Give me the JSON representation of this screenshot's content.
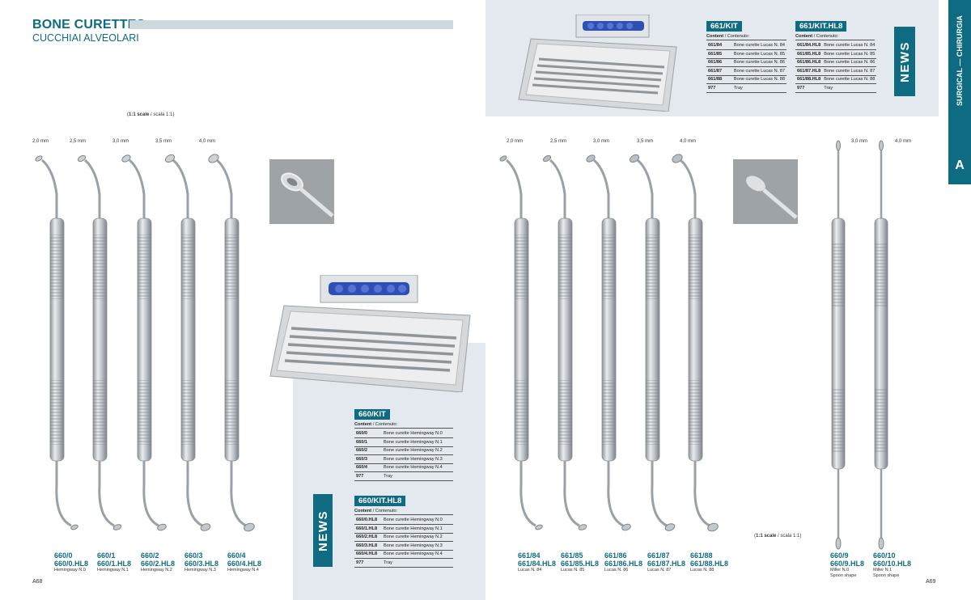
{
  "header": {
    "title": "BONE CURETTES",
    "subtitle": "CUCCHIAI ALVEOLARI"
  },
  "scale_left": {
    "bold": "1:1 scale",
    "rest": " / scala 1:1"
  },
  "scale_right": {
    "bold": "1:1 scale",
    "rest": " / scala 1:1"
  },
  "sizes_left": [
    "2,0 mm",
    "2,5 mm",
    "3,0 mm",
    "3,5 mm",
    "4,0 mm"
  ],
  "sizes_mid": [
    "2,0 mm",
    "2,5 mm",
    "3,0 mm",
    "3,5 mm",
    "4,0 mm"
  ],
  "sizes_right": [
    "3,0 mm",
    "4,0 mm"
  ],
  "products_left": [
    {
      "code": "660/0",
      "code_hl": "660/0.HL8",
      "desc": "Hemingway N.0"
    },
    {
      "code": "660/1",
      "code_hl": "660/1.HL8",
      "desc": "Hemingway N.1"
    },
    {
      "code": "660/2",
      "code_hl": "660/2.HL8",
      "desc": "Hemingway N.2"
    },
    {
      "code": "660/3",
      "code_hl": "660/3.HL8",
      "desc": "Hemingway N.3"
    },
    {
      "code": "660/4",
      "code_hl": "660/4.HL8",
      "desc": "Hemingway N.4"
    }
  ],
  "products_mid": [
    {
      "code": "661/84",
      "code_hl": "661/84.HL8",
      "desc": "Lucas N. 84"
    },
    {
      "code": "661/85",
      "code_hl": "661/85.HL8",
      "desc": "Lucas N. 85"
    },
    {
      "code": "661/86",
      "code_hl": "661/86.HL8",
      "desc": "Lucas N. 86"
    },
    {
      "code": "661/87",
      "code_hl": "661/87.HL8",
      "desc": "Lucas N. 87"
    },
    {
      "code": "661/88",
      "code_hl": "661/88.HL8",
      "desc": "Lucas N. 88"
    }
  ],
  "products_right": [
    {
      "code": "660/9",
      "code_hl": "660/9.HL8",
      "desc": "Miller N.0",
      "desc2": "Spoon shape"
    },
    {
      "code": "660/10",
      "code_hl": "660/10.HL8",
      "desc": "Miller N.1",
      "desc2": "Spoon shape"
    }
  ],
  "kits": {
    "k660": {
      "title": "660/KIT",
      "content_bold": "Content",
      "content_rest": " / Contenuto:",
      "rows": [
        {
          "code": "660/0",
          "desc": "Bone curette Hemingway N.0"
        },
        {
          "code": "660/1",
          "desc": "Bone curette Hemingway N.1"
        },
        {
          "code": "660/2",
          "desc": "Bone curette Hemingway N.2"
        },
        {
          "code": "660/3",
          "desc": "Bone curette Hemingway N.3"
        },
        {
          "code": "660/4",
          "desc": "Bone curette Hemingway N.4"
        },
        {
          "code": "977",
          "desc": "Tray"
        }
      ]
    },
    "k660hl": {
      "title": "660/KIT.HL8",
      "content_bold": "Content",
      "content_rest": " / Contenuto:",
      "rows": [
        {
          "code": "660/0.HL8",
          "desc": "Bone curette Hemingway N.0"
        },
        {
          "code": "660/1.HL8",
          "desc": "Bone curette Hemingway N.1"
        },
        {
          "code": "660/2.HL8",
          "desc": "Bone curette Hemingway N.2"
        },
        {
          "code": "660/3.HL8",
          "desc": "Bone curette Hemingway N.3"
        },
        {
          "code": "660/4.HL8",
          "desc": "Bone curette Hemingway N.4"
        },
        {
          "code": "977",
          "desc": "Tray"
        }
      ]
    },
    "k661": {
      "title": "661/KIT",
      "content_bold": "Content",
      "content_rest": " / Contenuto:",
      "rows": [
        {
          "code": "661/84",
          "desc": "Bone curette Lucas N. 84"
        },
        {
          "code": "661/85",
          "desc": "Bone curette Lucas N. 85"
        },
        {
          "code": "661/86",
          "desc": "Bone curette Lucas N. 86"
        },
        {
          "code": "661/87",
          "desc": "Bone curette Lucas N. 87"
        },
        {
          "code": "661/88",
          "desc": "Bone curette Lucas N. 88"
        },
        {
          "code": "977",
          "desc": "Tray"
        }
      ]
    },
    "k661hl": {
      "title": "661/KIT.HL8",
      "content_bold": "Content",
      "content_rest": " / Contenuto:",
      "rows": [
        {
          "code": "661/84.HL8",
          "desc": "Bone curette Lucas N. 84"
        },
        {
          "code": "661/85.HL8",
          "desc": "Bone curette Lucas N. 85"
        },
        {
          "code": "661/86.HL8",
          "desc": "Bone curette Lucas N. 86"
        },
        {
          "code": "661/87.HL8",
          "desc": "Bone curette Lucas N. 87"
        },
        {
          "code": "661/88.HL8",
          "desc": "Bone curette Lucas N. 88"
        },
        {
          "code": "977",
          "desc": "Tray"
        }
      ]
    }
  },
  "news_label": "NEWS",
  "side": {
    "section": "SURGICAL — CHIRURGIA",
    "letter": "A"
  },
  "pages": {
    "left": "A68",
    "right": "A69"
  },
  "colors": {
    "accent": "#0f6b82",
    "panel": "#e3e9ee",
    "bar": "#ccd7de"
  },
  "icons": [
    "curette-instrument",
    "instrument-tray",
    "zoom-photo"
  ]
}
